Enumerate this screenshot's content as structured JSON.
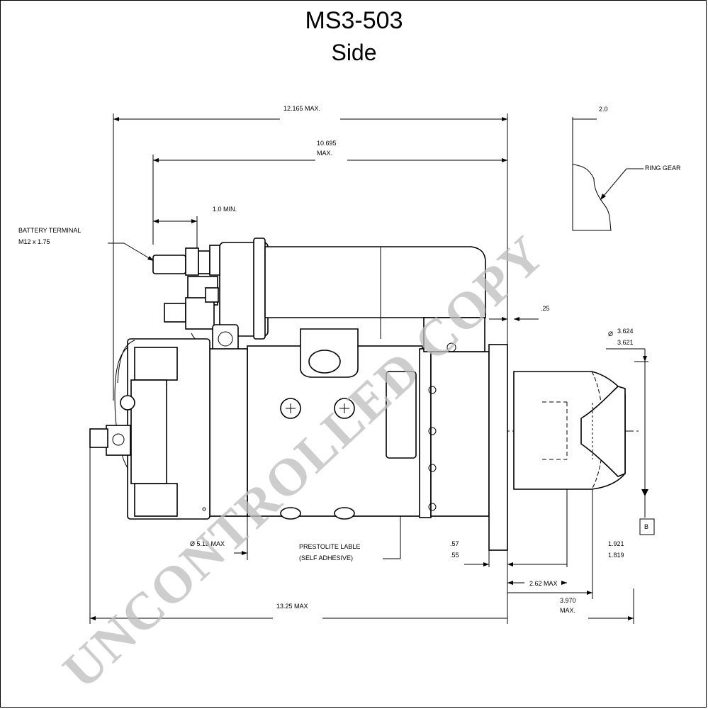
{
  "title": "MS3-503",
  "subtitle": "Side",
  "watermark": "UNCONTROLLED COPY",
  "dimensions": {
    "overall_top": "12.165 MAX.",
    "solenoid_len": "10.695",
    "solenoid_len_max": "MAX.",
    "min_gap": "1.0 MIN.",
    "ring_gear_offset": "2.0",
    "ring_gear": "RING GEAR",
    "battery_terminal": "BATTERY TERMINAL",
    "battery_thread": "M12 x 1.75",
    "nose_gap": ".25",
    "pinion_dia_sym": "Ø",
    "pinion_dia_a": "3.624",
    "pinion_dia_b": "3.621",
    "body_dia": "Ø  5.13   MAX",
    "label_note_a": "PRESTOLITE LABLE",
    "label_note_b": "(SELF ADHESIVE)",
    "flange_a": ".57",
    "flange_b": ".55",
    "drive_a": "1.921",
    "drive_b": "1.819",
    "nose_len": "2.62   MAX",
    "pinion_len_a": "3.970",
    "pinion_len_b": "MAX.",
    "overall_bottom": "13.25 MAX",
    "datum": "B"
  }
}
